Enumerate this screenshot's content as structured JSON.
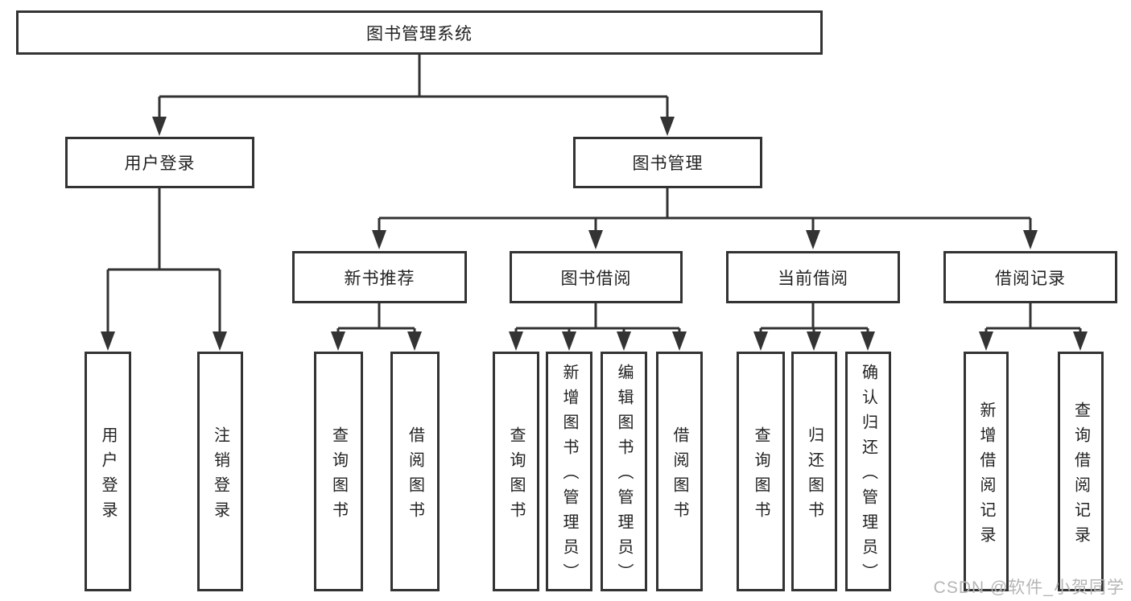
{
  "tree": {
    "label": "图书管理系统",
    "children": [
      {
        "label": "用户登录",
        "children": [
          {
            "label": "用户登录"
          },
          {
            "label": "注销登录"
          }
        ]
      },
      {
        "label": "图书管理",
        "children": [
          {
            "label": "新书推荐",
            "children": [
              {
                "label": "查询图书"
              },
              {
                "label": "借阅图书"
              }
            ]
          },
          {
            "label": "图书借阅",
            "children": [
              {
                "label": "查询图书"
              },
              {
                "label": "新增图书（管理员）"
              },
              {
                "label": "编辑图书（管理员）"
              },
              {
                "label": "借阅图书"
              }
            ]
          },
          {
            "label": "当前借阅",
            "children": [
              {
                "label": "查询图书"
              },
              {
                "label": "归还图书"
              },
              {
                "label": "确认归还（管理员）"
              }
            ]
          },
          {
            "label": "借阅记录",
            "children": [
              {
                "label": "新增借阅记录"
              },
              {
                "label": "查询借阅记录"
              }
            ]
          }
        ]
      }
    ]
  },
  "watermark": "CSDN @软件_小贺同学",
  "colors": {
    "line": "#333333",
    "text": "#222222",
    "watermark": "#b5b5b5",
    "background": "#ffffff"
  }
}
